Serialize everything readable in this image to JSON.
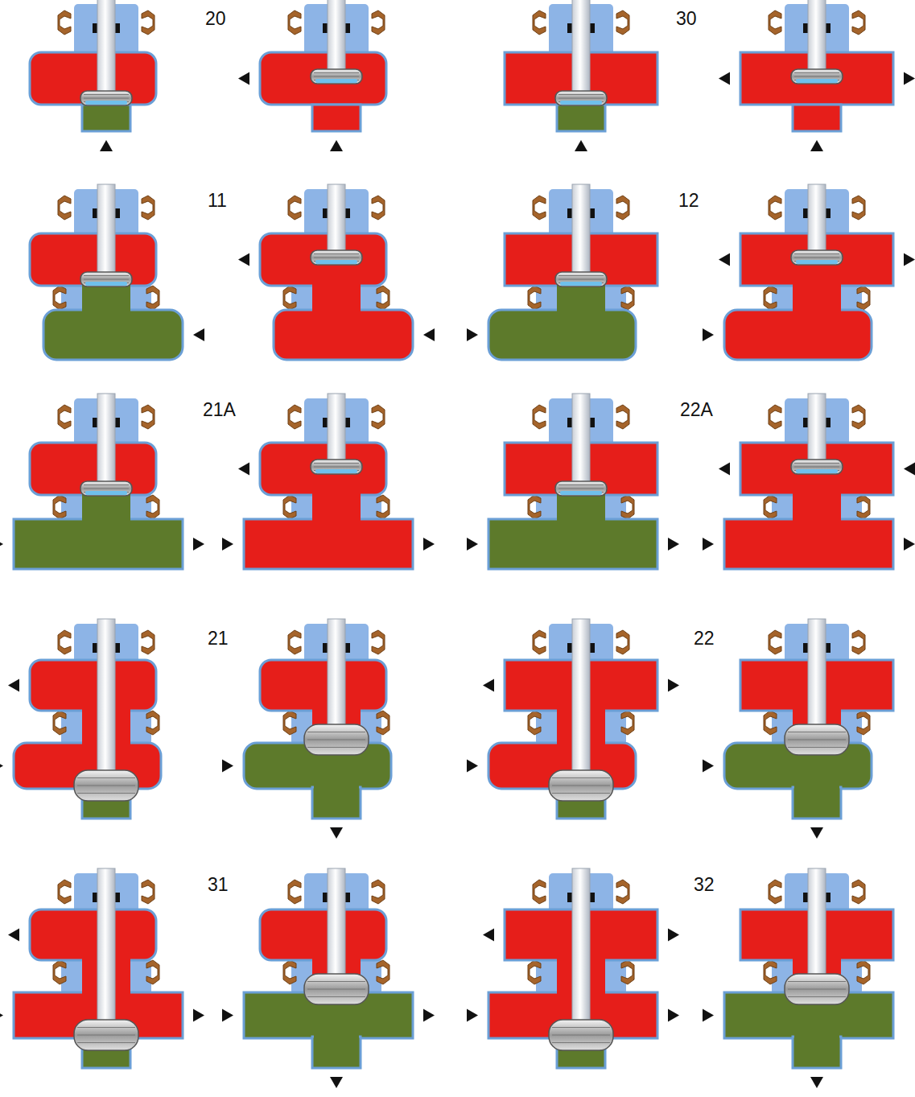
{
  "diagram": {
    "labels": [
      "20",
      "30",
      "11",
      "12",
      "21A",
      "22A",
      "21",
      "22",
      "31",
      "32"
    ]
  }
}
